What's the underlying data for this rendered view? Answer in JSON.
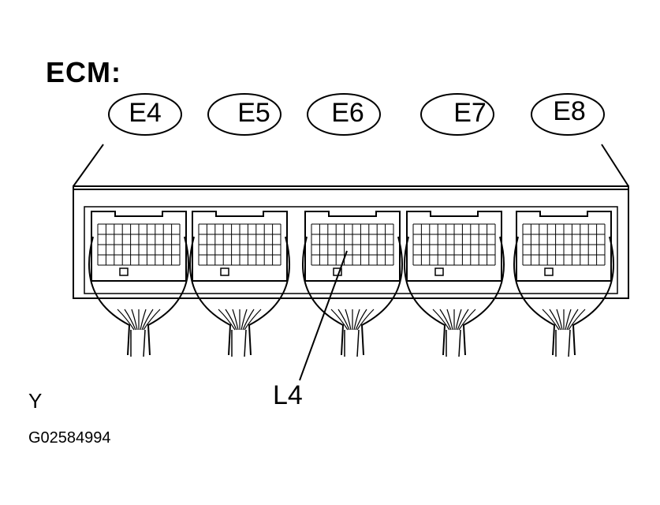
{
  "diagram": {
    "title": "ECM:",
    "connectors": [
      {
        "id": "E4",
        "label": "E4"
      },
      {
        "id": "E5",
        "label": "E5"
      },
      {
        "id": "E6",
        "label": "E6"
      },
      {
        "id": "E7",
        "label": "E7"
      },
      {
        "id": "E8",
        "label": "E8"
      }
    ],
    "callout": {
      "label": "L4",
      "connector": "E6"
    },
    "corner_mark": "Y",
    "figure_id": "G02584994"
  }
}
